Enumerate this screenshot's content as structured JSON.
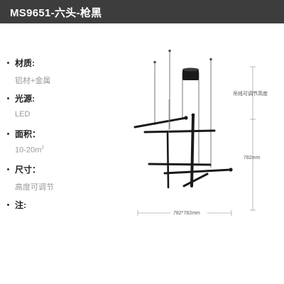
{
  "header": {
    "title": "MS9651-六头-枪黑"
  },
  "specs": [
    {
      "label": "材质:",
      "value": "铝材+金属"
    },
    {
      "label": "光源:",
      "value": "LED"
    },
    {
      "label": "面积：",
      "value": "10-20m",
      "value_sup": "2"
    },
    {
      "label": "尺寸：",
      "value": "高度可调节"
    },
    {
      "label": "注:",
      "value": ""
    }
  ],
  "dimensions": {
    "cable_note": "吊线可调节高度",
    "height": "782mm",
    "width": "782*782mm"
  },
  "colors": {
    "header_bg": "#3d3d3d",
    "fixture": "#1a1a1a",
    "dim_line": "#888888"
  }
}
